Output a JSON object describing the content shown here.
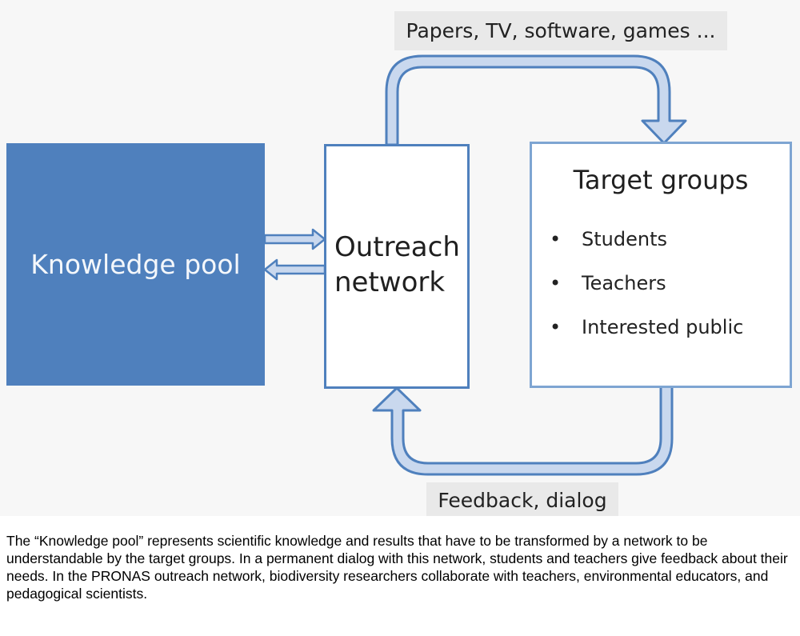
{
  "diagram": {
    "knowledge_pool": "Knowledge pool",
    "outreach_network": "Outreach network",
    "target_groups": {
      "title": "Target groups",
      "items": [
        "Students",
        "Teachers",
        "Interested public"
      ]
    },
    "top_arrow_label": "Papers, TV, software, games ...",
    "bottom_arrow_label": "Feedback, dialog",
    "colors": {
      "primary_blue": "#4f80bd",
      "light_blue": "#7ea5d2",
      "label_background": "#e9e9e9"
    }
  },
  "caption": "The “Knowledge pool” represents scientific knowledge and results that have to be transformed by a network to be understandable by the target groups. In a permanent dialog with this network, students and teachers give feedback about their needs. In the PRONAS outreach network, biodiversity researchers collaborate with teachers, environmental educators, and pedagogical scientists."
}
